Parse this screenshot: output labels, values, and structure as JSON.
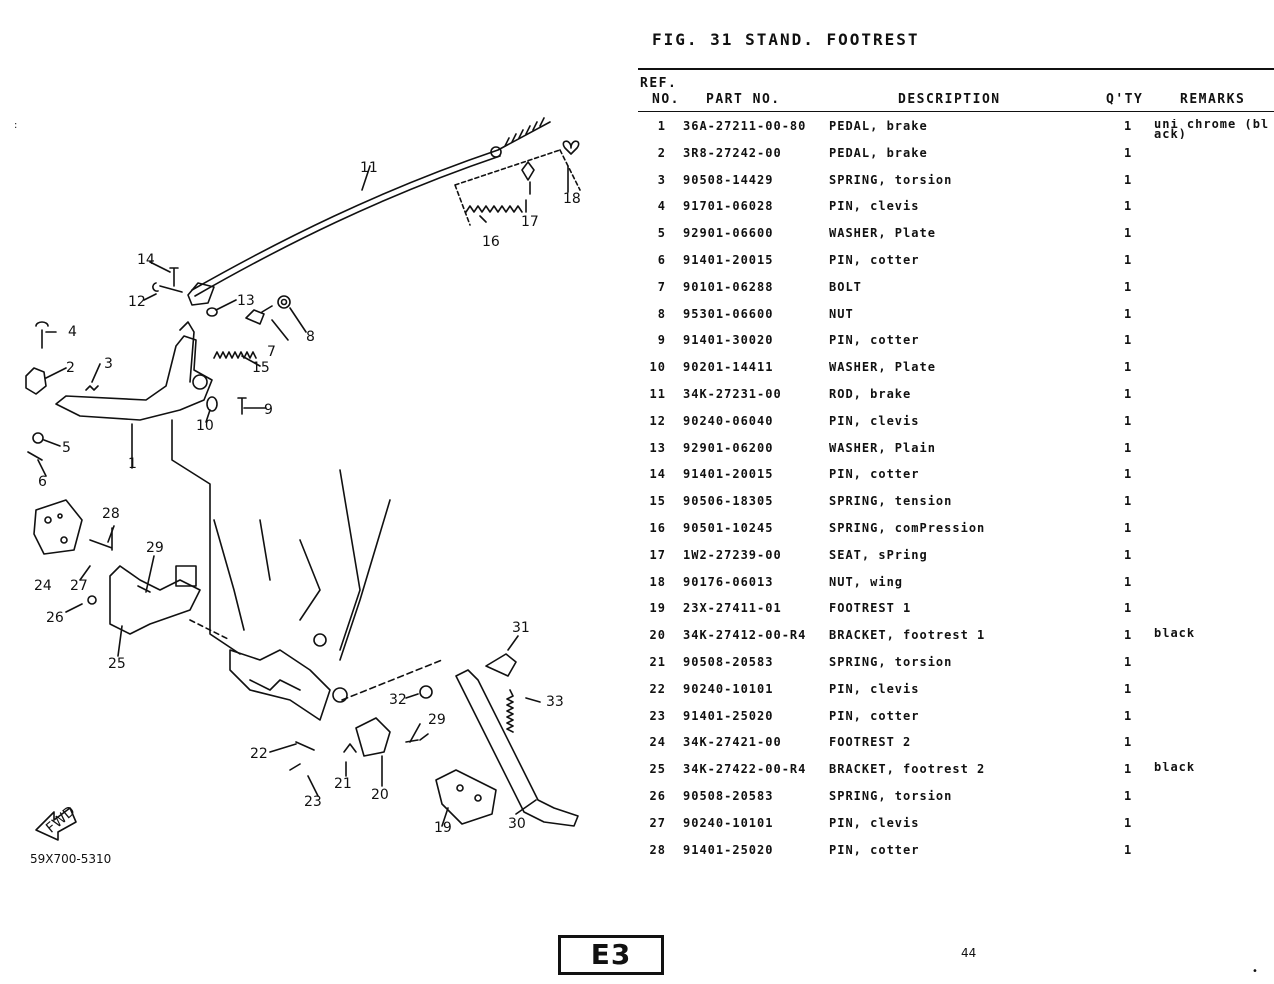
{
  "figure": {
    "title": "FIG. 31  STAND. FOOTREST"
  },
  "table": {
    "headers": {
      "ref": "REF.",
      "no": "NO.",
      "part_no": "PART NO.",
      "description": "DESCRIPTION",
      "qty": "Q'TY",
      "remarks": "REMARKS"
    },
    "rows": [
      {
        "no": "1",
        "part_no": "36A-27211-00-80",
        "description": "PEDAL, brake",
        "qty": "1",
        "remarks": "uni chrome (bl ack)"
      },
      {
        "no": "2",
        "part_no": "3R8-27242-00",
        "description": "PEDAL, brake",
        "qty": "1",
        "remarks": ""
      },
      {
        "no": "3",
        "part_no": "90508-14429",
        "description": "SPRING, torsion",
        "qty": "1",
        "remarks": ""
      },
      {
        "no": "4",
        "part_no": "91701-06028",
        "description": "PIN, clevis",
        "qty": "1",
        "remarks": ""
      },
      {
        "no": "5",
        "part_no": "92901-06600",
        "description": "WASHER, Plate",
        "qty": "1",
        "remarks": ""
      },
      {
        "no": "6",
        "part_no": "91401-20015",
        "description": "PIN, cotter",
        "qty": "1",
        "remarks": ""
      },
      {
        "no": "7",
        "part_no": "90101-06288",
        "description": "BOLT",
        "qty": "1",
        "remarks": ""
      },
      {
        "no": "8",
        "part_no": "95301-06600",
        "description": "NUT",
        "qty": "1",
        "remarks": ""
      },
      {
        "no": "9",
        "part_no": "91401-30020",
        "description": "PIN, cotter",
        "qty": "1",
        "remarks": ""
      },
      {
        "no": "10",
        "part_no": "90201-14411",
        "description": "WASHER, Plate",
        "qty": "1",
        "remarks": ""
      },
      {
        "no": "11",
        "part_no": "34K-27231-00",
        "description": "ROD, brake",
        "qty": "1",
        "remarks": ""
      },
      {
        "no": "12",
        "part_no": "90240-06040",
        "description": "PIN, clevis",
        "qty": "1",
        "remarks": ""
      },
      {
        "no": "13",
        "part_no": "92901-06200",
        "description": "WASHER, Plain",
        "qty": "1",
        "remarks": ""
      },
      {
        "no": "14",
        "part_no": "91401-20015",
        "description": "PIN, cotter",
        "qty": "1",
        "remarks": ""
      },
      {
        "no": "15",
        "part_no": "90506-18305",
        "description": "SPRING, tension",
        "qty": "1",
        "remarks": ""
      },
      {
        "no": "16",
        "part_no": "90501-10245",
        "description": "SPRING, comPression",
        "qty": "1",
        "remarks": ""
      },
      {
        "no": "17",
        "part_no": "1W2-27239-00",
        "description": "SEAT, sPring",
        "qty": "1",
        "remarks": ""
      },
      {
        "no": "18",
        "part_no": "90176-06013",
        "description": "NUT, wing",
        "qty": "1",
        "remarks": ""
      },
      {
        "no": "19",
        "part_no": "23X-27411-01",
        "description": "FOOTREST 1",
        "qty": "1",
        "remarks": ""
      },
      {
        "no": "20",
        "part_no": "34K-27412-00-R4",
        "description": "BRACKET, footrest 1",
        "qty": "1",
        "remarks": "black"
      },
      {
        "no": "21",
        "part_no": "90508-20583",
        "description": "SPRING, torsion",
        "qty": "1",
        "remarks": ""
      },
      {
        "no": "22",
        "part_no": "90240-10101",
        "description": "PIN, clevis",
        "qty": "1",
        "remarks": ""
      },
      {
        "no": "23",
        "part_no": "91401-25020",
        "description": "PIN, cotter",
        "qty": "1",
        "remarks": ""
      },
      {
        "no": "24",
        "part_no": "34K-27421-00",
        "description": "FOOTREST 2",
        "qty": "1",
        "remarks": ""
      },
      {
        "no": "25",
        "part_no": "34K-27422-00-R4",
        "description": "BRACKET, footrest 2",
        "qty": "1",
        "remarks": "black"
      },
      {
        "no": "26",
        "part_no": "90508-20583",
        "description": "SPRING, torsion",
        "qty": "1",
        "remarks": ""
      },
      {
        "no": "27",
        "part_no": "90240-10101",
        "description": "PIN, clevis",
        "qty": "1",
        "remarks": ""
      },
      {
        "no": "28",
        "part_no": "91401-25020",
        "description": "PIN, cotter",
        "qty": "1",
        "remarks": ""
      }
    ]
  },
  "diagram": {
    "callouts": [
      "1",
      "2",
      "3",
      "4",
      "5",
      "6",
      "7",
      "8",
      "9",
      "10",
      "11",
      "12",
      "13",
      "14",
      "15",
      "16",
      "17",
      "18",
      "19",
      "20",
      "21",
      "22",
      "23",
      "24",
      "25",
      "26",
      "27",
      "28",
      "29",
      "29",
      "30",
      "31",
      "32",
      "33"
    ],
    "arrow_label": "FWD",
    "drawing_code": "59X700-5310"
  },
  "footer": {
    "section_tag": "E3",
    "page_number": "44"
  }
}
